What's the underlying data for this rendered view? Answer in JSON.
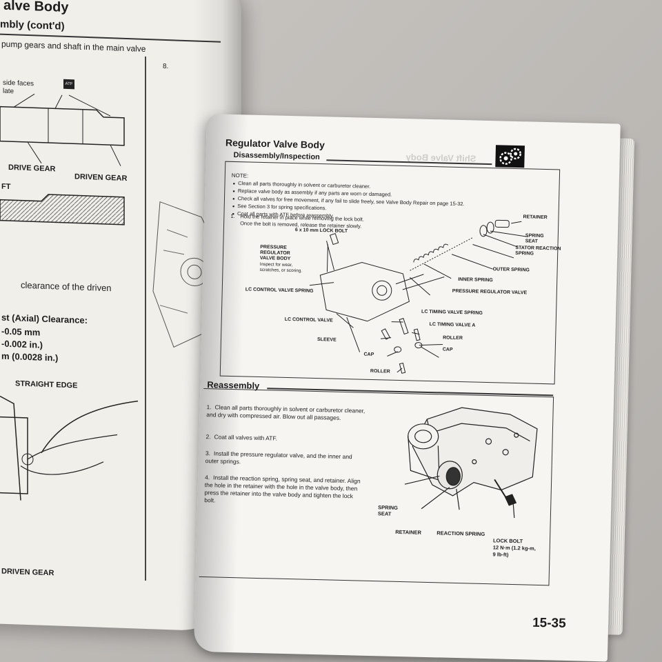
{
  "left_page": {
    "title": "alve Body",
    "subtitle": "mbly (cont'd)",
    "intro": "pump gears and shaft in the main valve",
    "side_faces_label": "side faces",
    "plate_label": "late",
    "atf_icon_text": "ATF",
    "drive_gear": "DRIVE GEAR",
    "driven_gear": "DRIVEN GEAR",
    "shaft_fragment": "FT",
    "clearance_text": "clearance of the driven",
    "spec_line1": "st (Axial) Clearance:",
    "spec_line2": "-0.05 mm",
    "spec_line3": "-0.002 in.)",
    "spec_line4": "m (0.0028 in.)",
    "straight_edge": "STRAIGHT EDGE",
    "driven_gear_bottom": "DRIVEN GEAR",
    "step8_number": "8."
  },
  "right_page": {
    "title": "Regulator Valve Body",
    "section": "Disassembly/Inspection",
    "mirrored_ghost_text": "Shift Valve Body",
    "note_title": "NOTE:",
    "notes": [
      "Clean all parts thoroughly in solvent or carburetor cleaner.",
      "Replace valve body as assembly if any parts are worn or damaged.",
      "Check all valves for free movement, if any fail to slide freely, see Valve Body Repair on page 15-32.",
      "See Section 3 for spring specifications.",
      "Coat all parts with ATF before reassembly."
    ],
    "step1_number": "1.",
    "step1_text": "Hold the retainer in place while removing the lock bolt. Once the bolt is removed, release the retainer slowly.",
    "labels": {
      "lock_bolt": "6 x 10 mm LOCK BOLT",
      "prv_body": "PRESSURE REGULATOR VALVE BODY",
      "prv_body_note": "Inspect for wear, scratches, or scoring.",
      "retainer": "RETAINER",
      "spring_seat": "SPRING SEAT",
      "stator_spring": "STATOR REACTION SPRING",
      "outer_spring": "OUTER SPRING",
      "inner_spring": "INNER SPRING",
      "prv": "PRESSURE REGULATOR VALVE",
      "lc_control_spring": "LC CONTROL VALVE SPRING",
      "lc_timing_spring": "LC TIMING VALVE SPRING",
      "lc_timing_valve": "LC TIMING VALVE A",
      "lc_control_valve": "LC CONTROL VALVE",
      "roller1": "ROLLER",
      "sleeve": "SLEEVE",
      "cap1": "CAP",
      "cap2": "CAP",
      "roller2": "ROLLER"
    },
    "reassembly_title": "Reassembly",
    "reassembly_steps": [
      {
        "num": "1.",
        "text": "Clean all parts thoroughly in solvent or carburetor cleaner, and dry with compressed air. Blow out all passages."
      },
      {
        "num": "2.",
        "text": "Coat all valves with ATF."
      },
      {
        "num": "3.",
        "text": "Install the pressure regulator valve, and the inner and outer springs."
      },
      {
        "num": "4.",
        "text": "Install the reaction spring, spring seat, and retainer. Align the hole in the retainer with the hole in the valve body, then press the retainer into the valve body and tighten the lock bolt."
      }
    ],
    "reassembly_labels": {
      "spring_seat": "SPRING SEAT",
      "retainer": "RETAINER",
      "reaction_spring": "REACTION SPRING",
      "lock_bolt": "LOCK BOLT",
      "torque_line1": "12 N·m (1.2 kg-m,",
      "torque_line2": "9 lb-ft)"
    },
    "page_number": "15-35"
  }
}
